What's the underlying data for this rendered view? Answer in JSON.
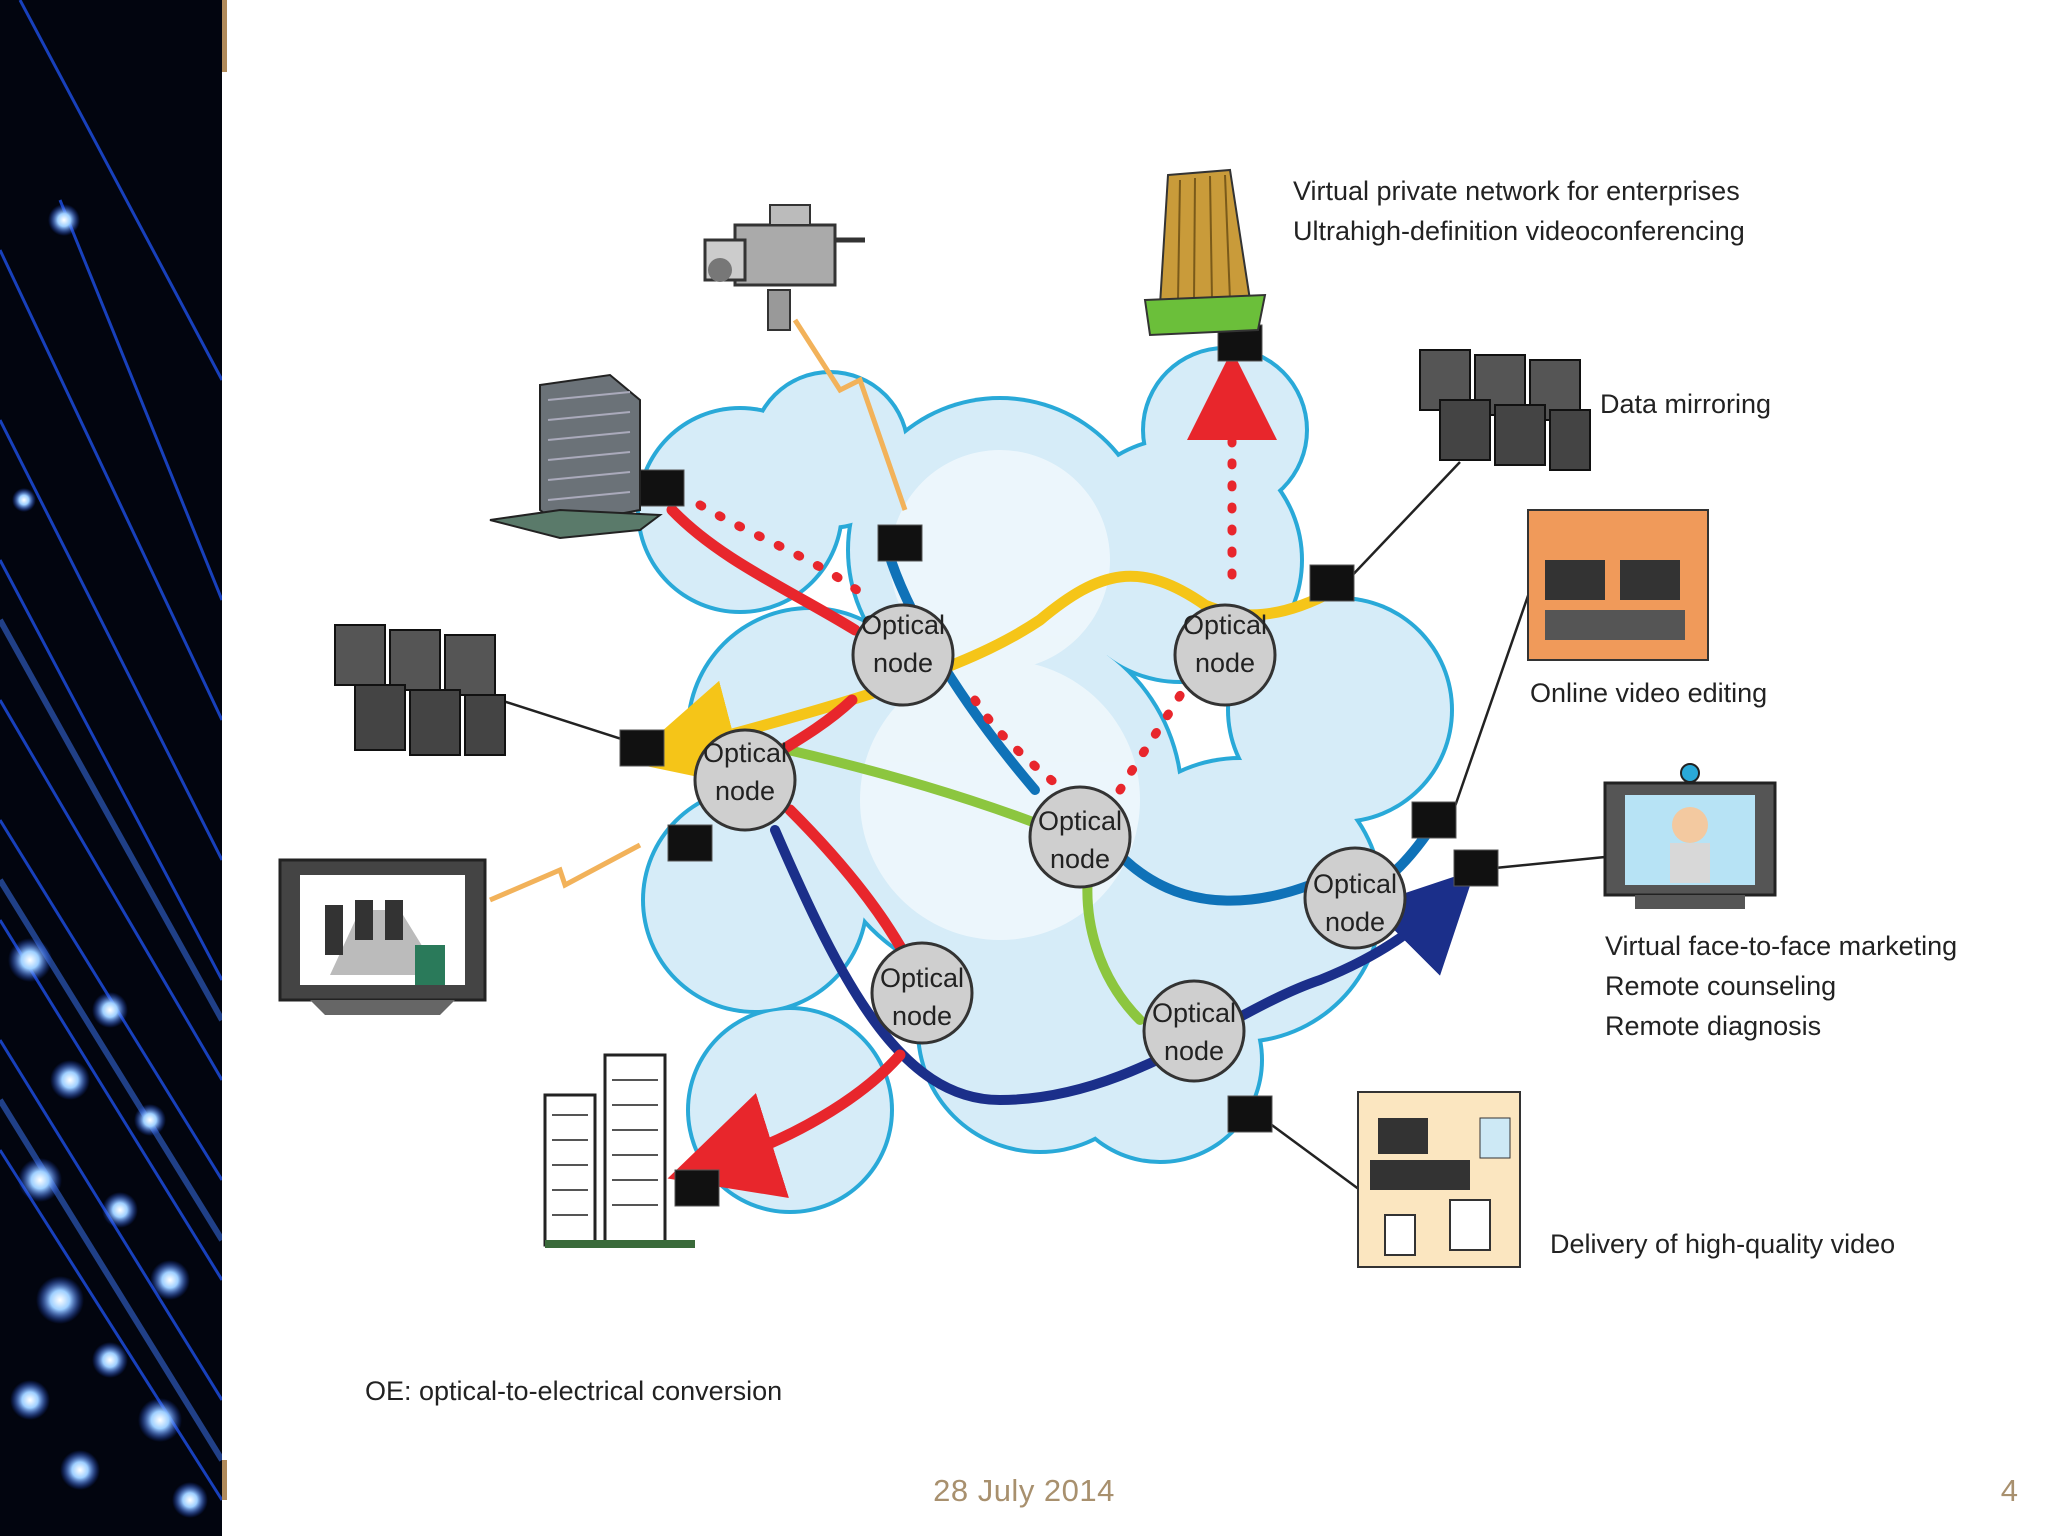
{
  "nodes": [
    {
      "id": "n1",
      "label": [
        "Optical",
        "node"
      ]
    },
    {
      "id": "n2",
      "label": [
        "Optical",
        "node"
      ]
    },
    {
      "id": "n3",
      "label": [
        "Optical",
        "node"
      ]
    },
    {
      "id": "n4",
      "label": [
        "Optical",
        "node"
      ]
    },
    {
      "id": "n5",
      "label": [
        "Optical",
        "node"
      ]
    },
    {
      "id": "n6",
      "label": [
        "Optical",
        "node"
      ]
    },
    {
      "id": "n7",
      "label": [
        "Optical",
        "node"
      ]
    }
  ],
  "labels": {
    "vpn_line1": "Virtual private network for enterprises",
    "vpn_line2": "Ultrahigh-definition videoconferencing",
    "data_mirroring": "Data mirroring",
    "online_video_editing": "Online video editing",
    "marketing_line1": "Virtual face-to-face marketing",
    "marketing_line2": "Remote counseling",
    "marketing_line3": "Remote diagnosis",
    "delivery": "Delivery of high-quality video",
    "oe_note": "OE: optical-to-electrical conversion"
  },
  "colors": {
    "red": "#e8262c",
    "yellow": "#f5c518",
    "green": "#8cc63f",
    "blue": "#0f72b8",
    "navy": "#1b2f8a",
    "cloud": "#d6ecf8",
    "cloud_outline": "#29a9d8"
  },
  "footer": {
    "date": "28 July 2014",
    "page": "4"
  }
}
